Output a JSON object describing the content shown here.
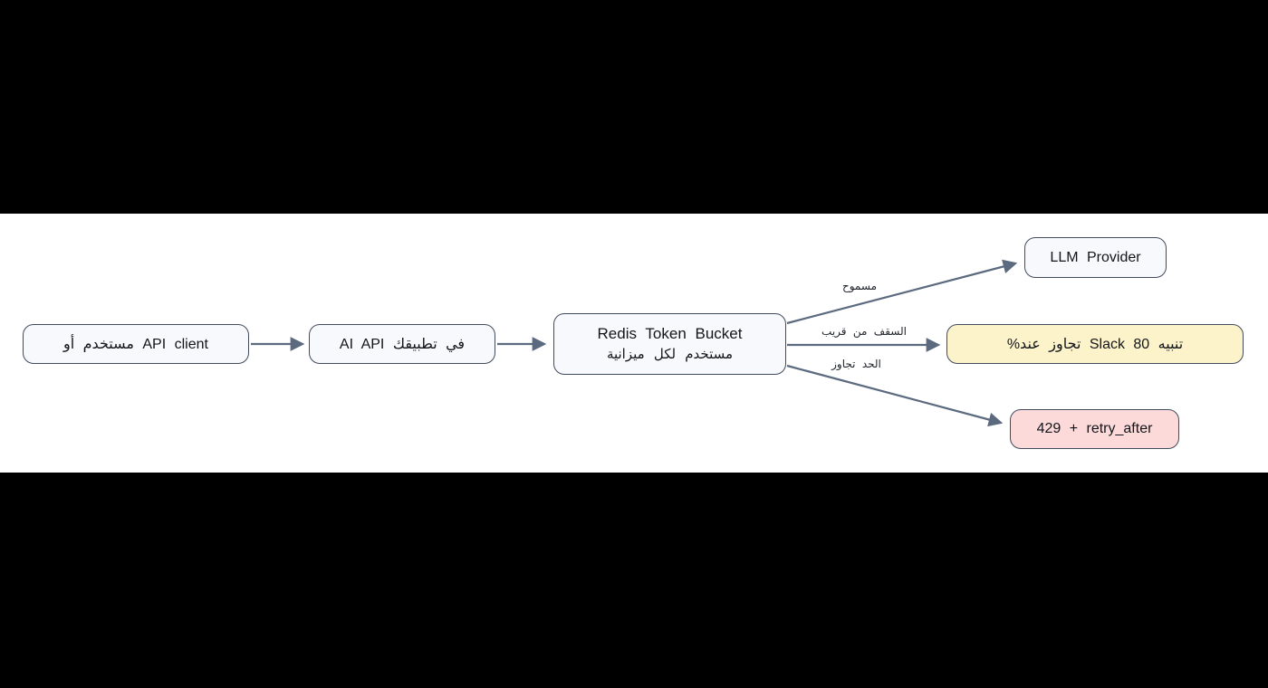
{
  "stage": {
    "background": "#000000",
    "canvas_background": "#ffffff"
  },
  "colors": {
    "node_fill": "#f8f9fc",
    "node_border": "#414b5e",
    "edge_stroke": "#5b6a7e",
    "text": "#121519",
    "warning_fill": "#fdf3cb",
    "error_fill": "#fcdada"
  },
  "diagram": {
    "type": "flowchart",
    "direction": "left-to-right",
    "nodes": [
      {
        "id": "api-client",
        "label": "مستخدم أو API client",
        "style": "default"
      },
      {
        "id": "ai-api",
        "label": "AI API في تطبيقك",
        "style": "default"
      },
      {
        "id": "redis-bucket",
        "label_line1": "Redis Token Bucket",
        "label_line2": "ميزانية‎ لكل‎ مستخدم",
        "style": "default"
      },
      {
        "id": "llm-provider",
        "label": "LLM Provider",
        "style": "default"
      },
      {
        "id": "slack-alert",
        "label": "%‎عند‎ تجاوز‎ Slack 80 ‎تنبيه",
        "style": "warning"
      },
      {
        "id": "rate-limit-response",
        "label": "429 + retry_after",
        "style": "error"
      }
    ],
    "edges": [
      {
        "from": "api-client",
        "to": "ai-api",
        "label": ""
      },
      {
        "from": "ai-api",
        "to": "redis-bucket",
        "label": ""
      },
      {
        "from": "redis-bucket",
        "to": "llm-provider",
        "label": "مسموح"
      },
      {
        "from": "redis-bucket",
        "to": "slack-alert",
        "label": "قريب‎ من‎ السقف"
      },
      {
        "from": "redis-bucket",
        "to": "rate-limit-response",
        "label": "تجاوز‎ الحد"
      }
    ]
  }
}
